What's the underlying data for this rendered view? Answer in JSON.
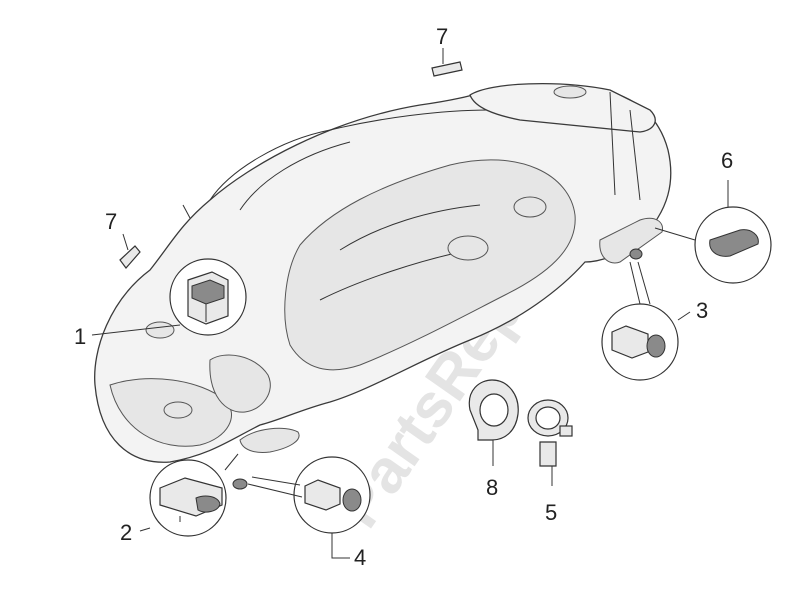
{
  "watermark": "PartsRepublik",
  "callouts": [
    {
      "id": "1",
      "label": "1"
    },
    {
      "id": "2",
      "label": "2"
    },
    {
      "id": "3",
      "label": "3"
    },
    {
      "id": "4",
      "label": "4"
    },
    {
      "id": "5",
      "label": "5"
    },
    {
      "id": "6",
      "label": "6"
    },
    {
      "id": "7a",
      "label": "7"
    },
    {
      "id": "7b",
      "label": "7"
    },
    {
      "id": "8",
      "label": "8"
    }
  ]
}
